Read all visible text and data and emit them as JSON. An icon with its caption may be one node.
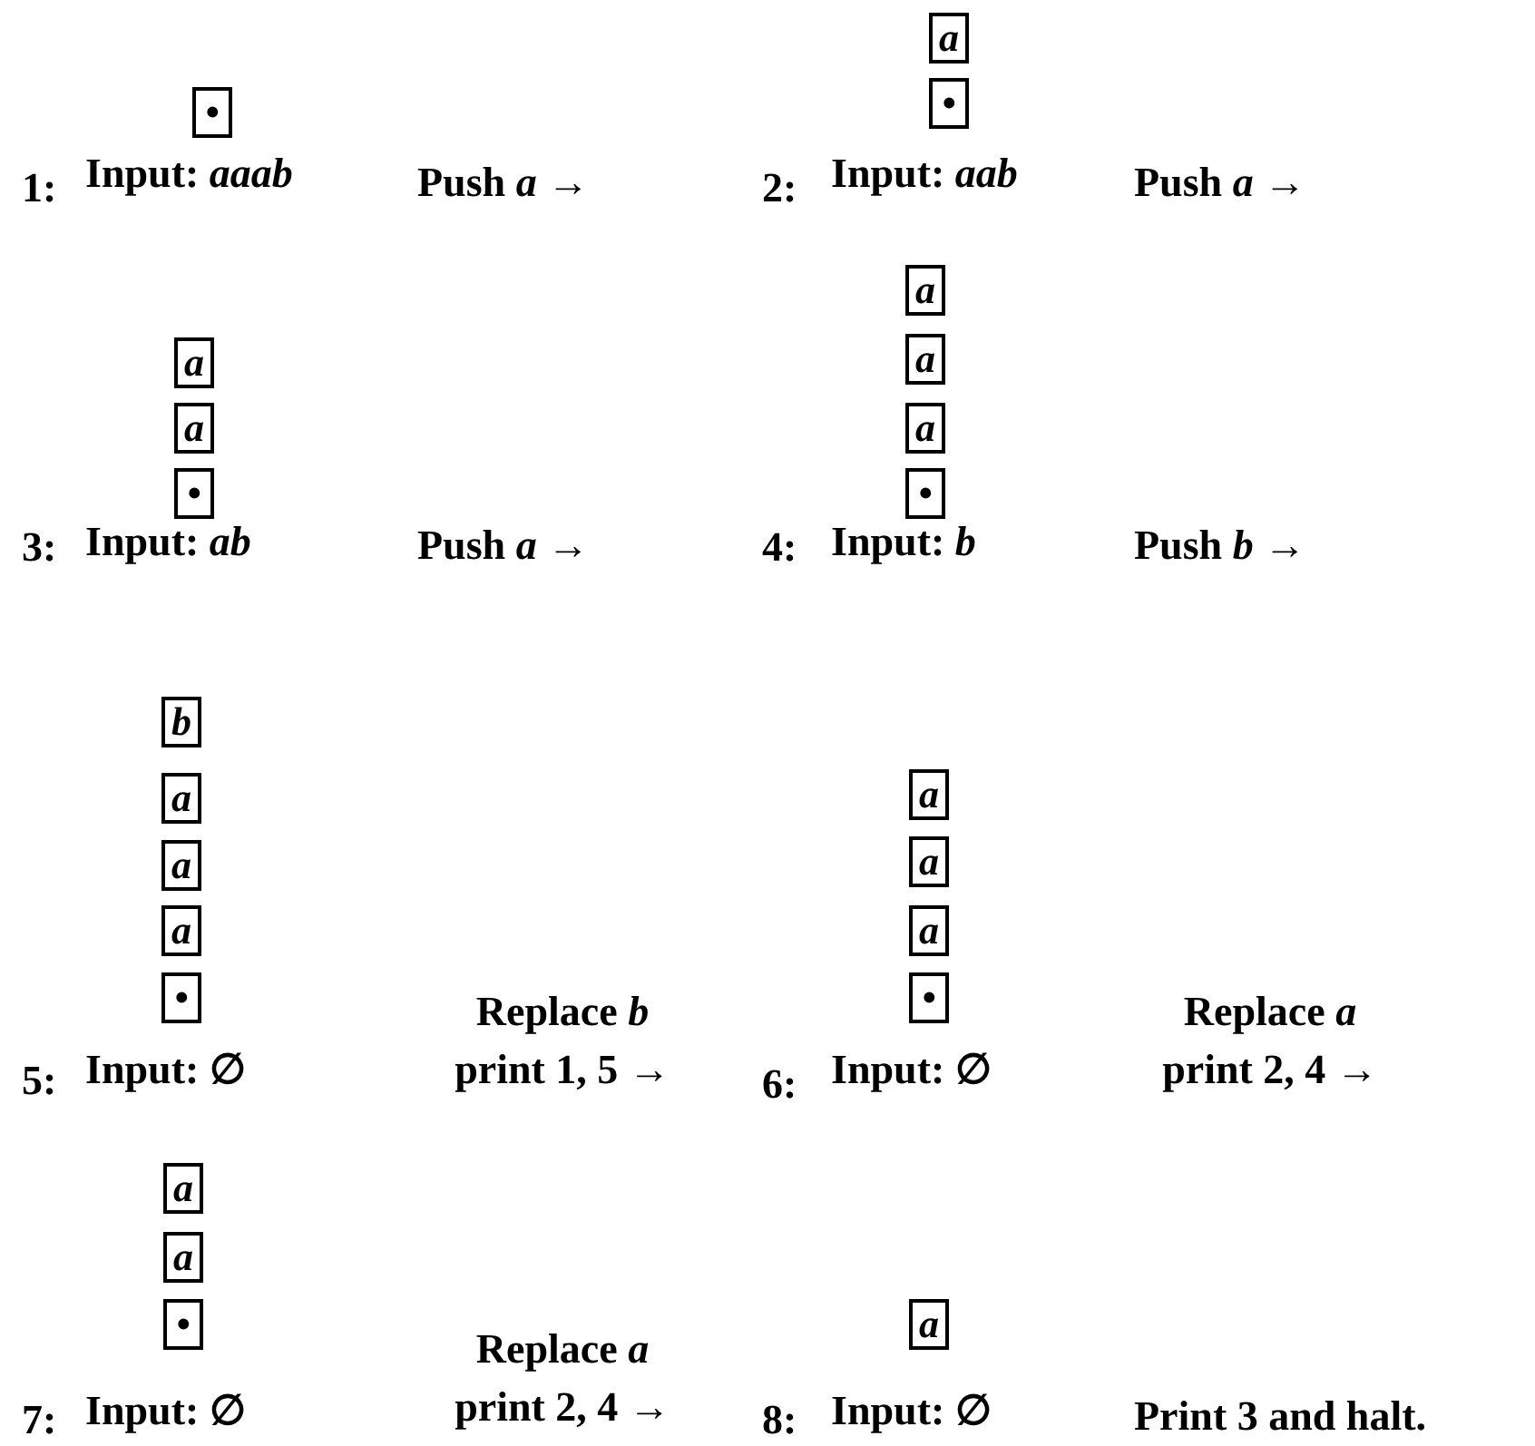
{
  "diagram": {
    "nodes": [
      {
        "text": [
          "•"
        ]
      },
      {
        "text": [
          "a"
        ]
      },
      {
        "text": [
          "•"
        ]
      },
      {
        "text": [
          "a"
        ]
      },
      {
        "text": [
          "a"
        ]
      },
      {
        "text": [
          "•"
        ]
      },
      {
        "text": [
          "a"
        ]
      },
      {
        "text": [
          "a"
        ]
      },
      {
        "text": [
          "a"
        ]
      },
      {
        "text": [
          "•"
        ]
      },
      {
        "text": [
          "b"
        ]
      },
      {
        "text": [
          "a"
        ]
      },
      {
        "text": [
          "a"
        ]
      },
      {
        "text": [
          "a"
        ]
      },
      {
        "text": [
          "•"
        ]
      },
      {
        "text": [
          "a"
        ]
      },
      {
        "text": [
          "a"
        ]
      },
      {
        "text": [
          "a"
        ]
      },
      {
        "text": [
          "•"
        ]
      },
      {
        "text": [
          "a"
        ]
      },
      {
        "text": [
          "a"
        ]
      },
      {
        "text": [
          "•"
        ]
      },
      {
        "text": [
          "a"
        ]
      }
    ],
    "labels": [
      "1:",
      "Input: *aaab*",
      "Push *a* →",
      "2:",
      "Input: *aab*",
      "Push *a* →",
      "3:",
      "Input: *ab*",
      "Push *a* →",
      "4:",
      "Input: *b*",
      "Push *b* →",
      "Replace *b* print 1, 5 →",
      "Replace *a* print 2, 4 →",
      "5:",
      "Input: ∅",
      "6:",
      "Input: ∅",
      "Replace *a* print 2, 4 →",
      "7:",
      "Input: ∅",
      "8:",
      "Input: ∅",
      "Print 3 and halt."
    ]
  }
}
